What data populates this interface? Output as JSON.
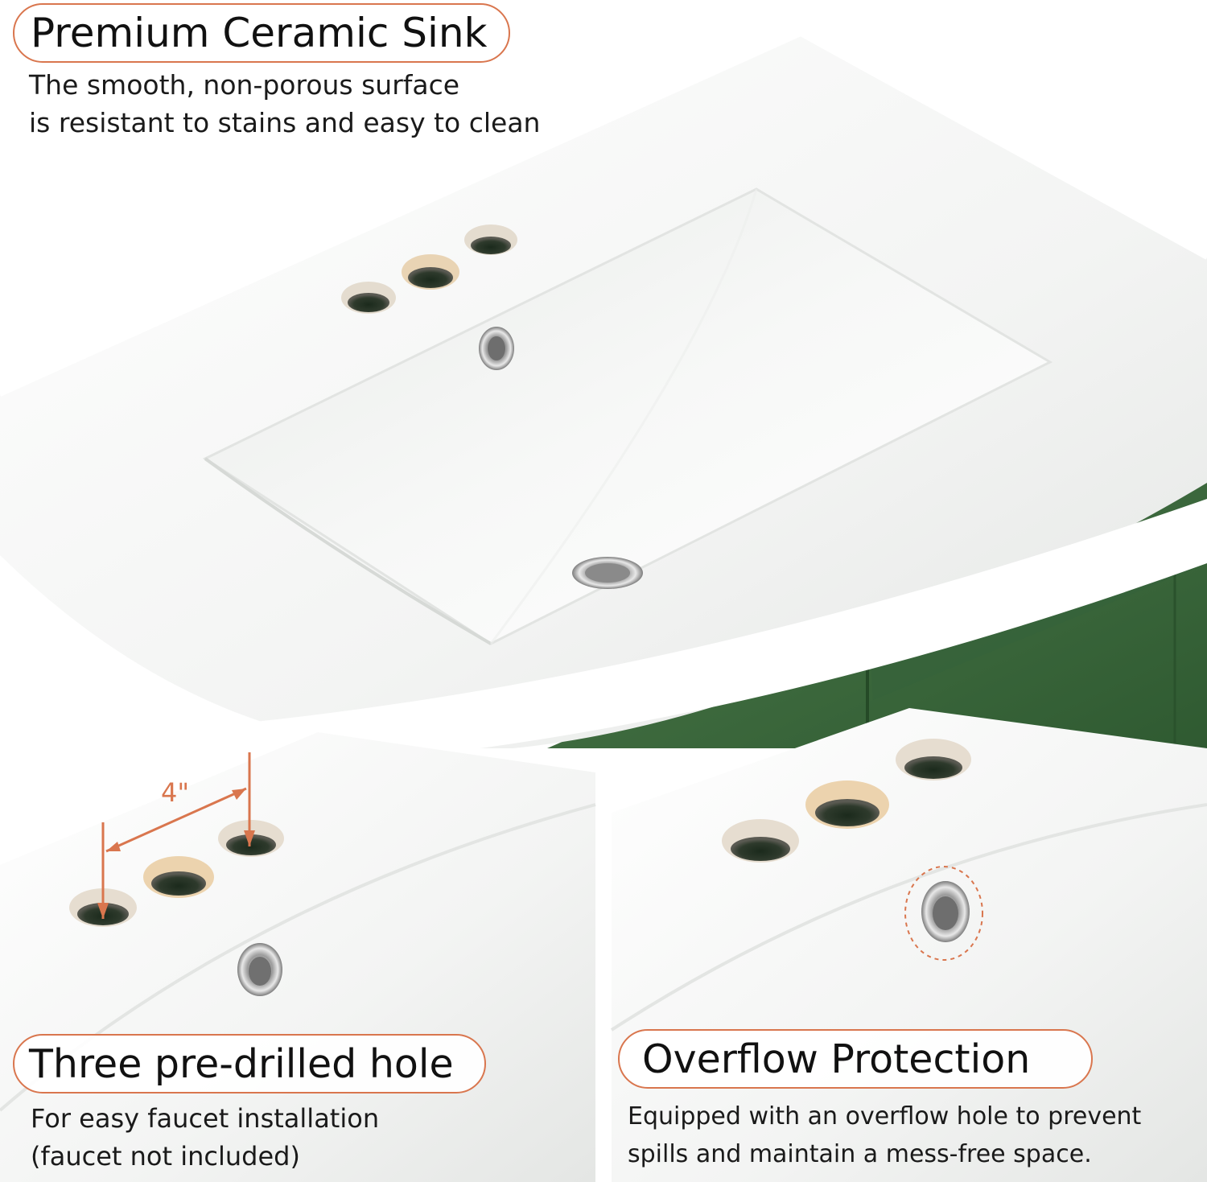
{
  "main_feature": {
    "title": "Premium Ceramic Sink",
    "description_lines": [
      "The smooth, non-porous surface",
      "is resistant to stains and easy to clean"
    ]
  },
  "left_feature": {
    "title": "Three pre-drilled hole",
    "description_lines": [
      "For easy faucet installation",
      "(faucet not included)"
    ],
    "measurement_label": "4\""
  },
  "right_feature": {
    "title": "Overflow Protection",
    "description_lines": [
      "Equipped with an overflow hole to prevent",
      "spills and maintain a mess-free space."
    ]
  },
  "colors": {
    "accent": "#d9764e",
    "cabinet_green": "#3f6b3f",
    "ceramic": "#f4f5f4"
  },
  "icons": [
    "faucet-hole-icon",
    "overflow-hole-icon",
    "drain-icon",
    "dimension-arrow-icon"
  ]
}
